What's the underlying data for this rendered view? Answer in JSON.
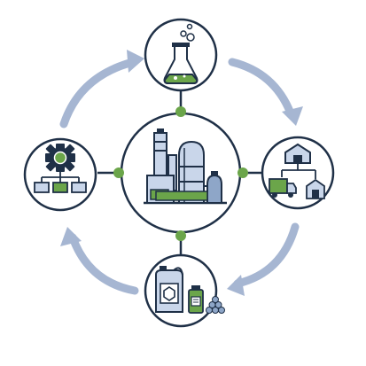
{
  "diagram": {
    "type": "cycle",
    "colors": {
      "navy": "#1f3047",
      "arrow": "#a6b6d2",
      "green": "#6ba54a",
      "light_blue": "#c9d6ea",
      "mid_blue": "#8ea6c8",
      "white": "#ffffff"
    },
    "center": {
      "icon": "chemical-plant-icon"
    },
    "nodes": [
      {
        "id": "top",
        "icon": "flask-icon"
      },
      {
        "id": "right",
        "icon": "warehouse-distribution-icon"
      },
      {
        "id": "bottom",
        "icon": "chemical-products-icon"
      },
      {
        "id": "left",
        "icon": "process-hierarchy-icon"
      }
    ],
    "flow": [
      "top",
      "right",
      "bottom",
      "left",
      "top"
    ]
  }
}
